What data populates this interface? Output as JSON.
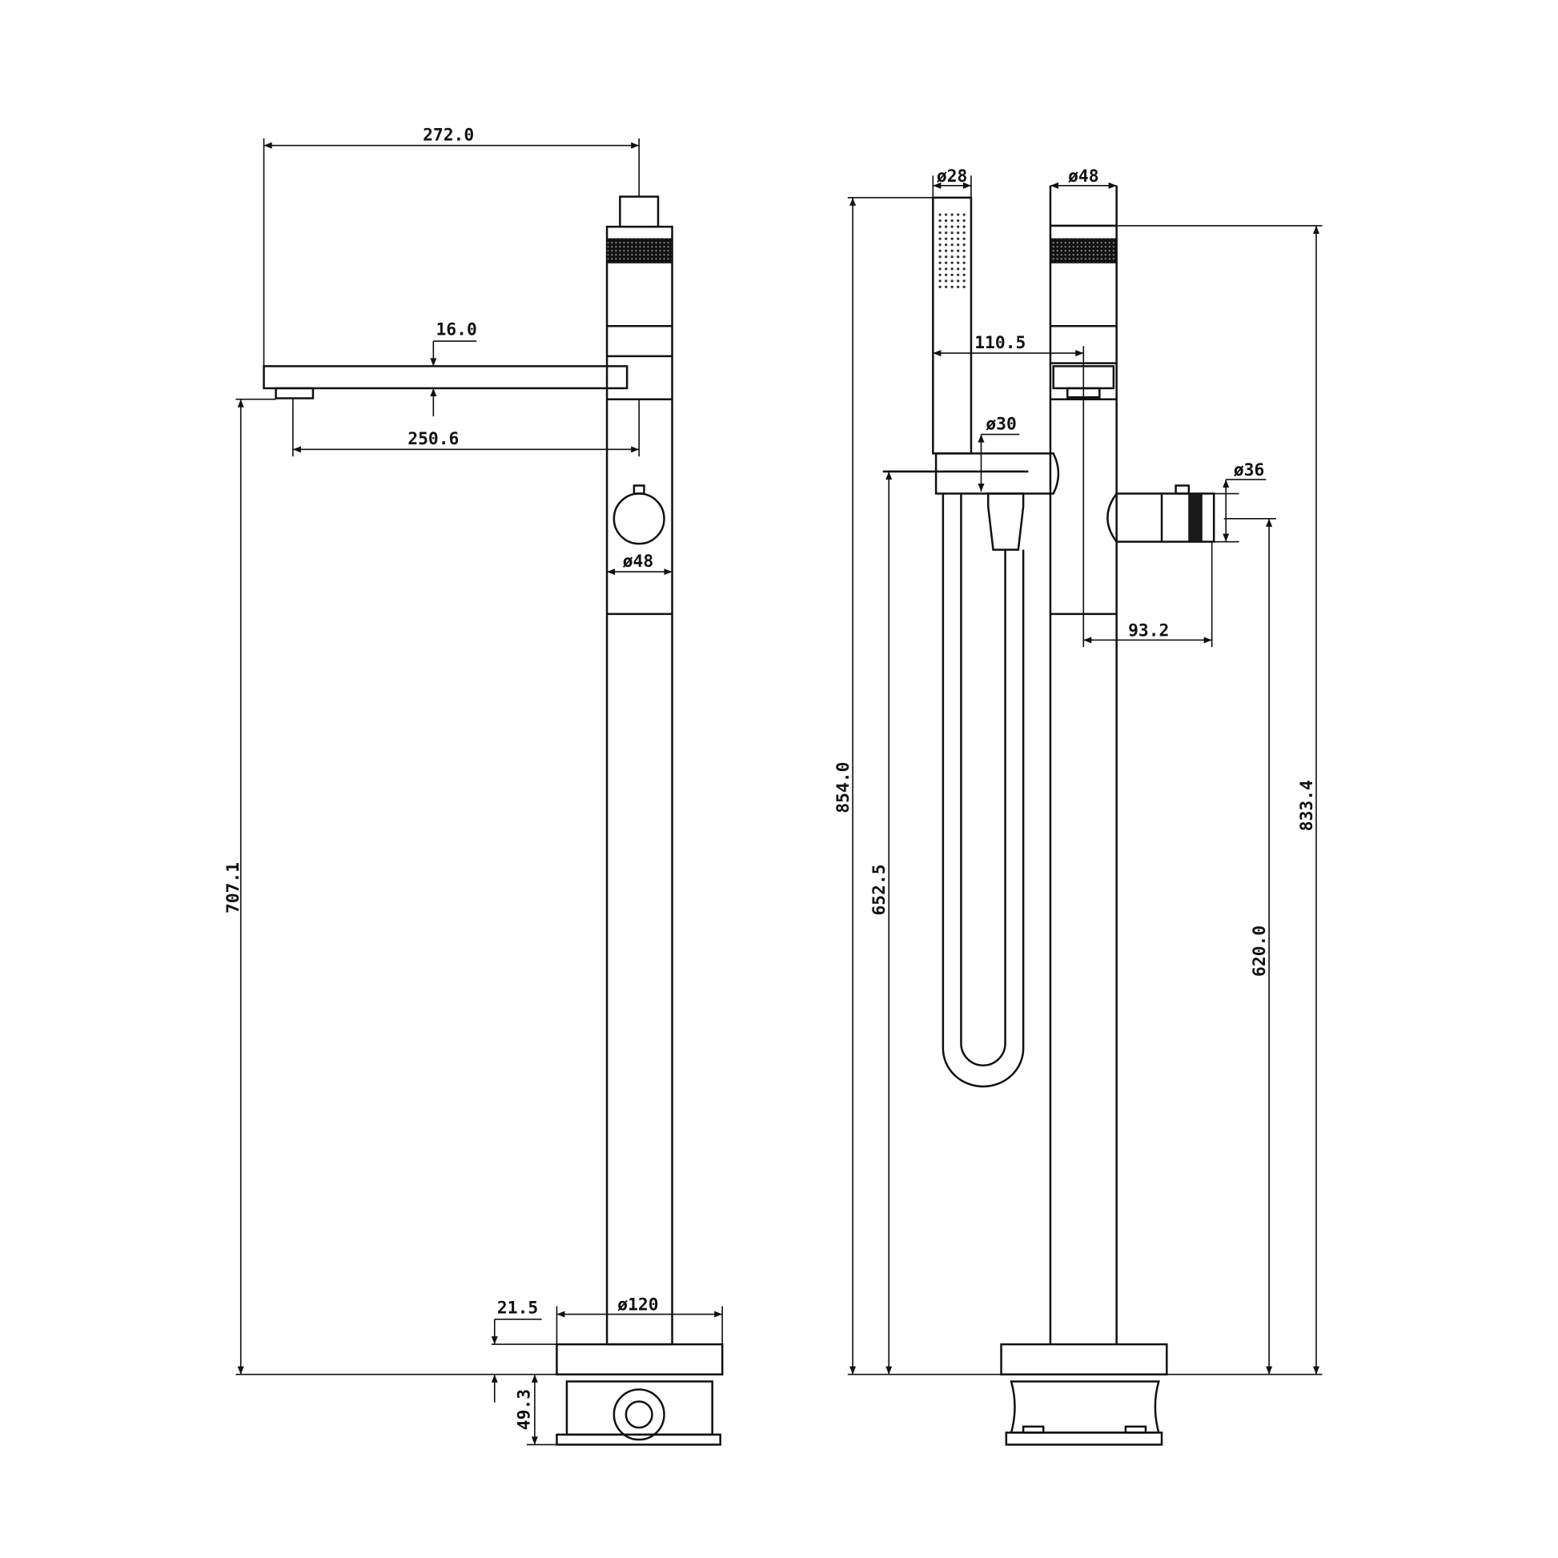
{
  "colors": {
    "line": "#111111",
    "background": "#ffffff"
  },
  "side_view": {
    "dimensions": {
      "spout_reach_total": "272.0",
      "spout_thickness": "16.0",
      "spout_reach": "250.6",
      "column_diameter": "ø48",
      "base_diameter": "ø120",
      "base_height": "21.5",
      "spout_height": "707.1",
      "housing_depth": "49.3"
    }
  },
  "front_view": {
    "dimensions": {
      "handshower_diameter": "ø28",
      "column_diameter": "ø48",
      "handshower_offset": "110.5",
      "holder_diameter": "ø30",
      "handle_diameter": "ø36",
      "handle_reach": "93.2",
      "overall_height": "854.0",
      "holder_height": "652.5",
      "handle_height": "620.0",
      "column_height": "833.4"
    }
  }
}
